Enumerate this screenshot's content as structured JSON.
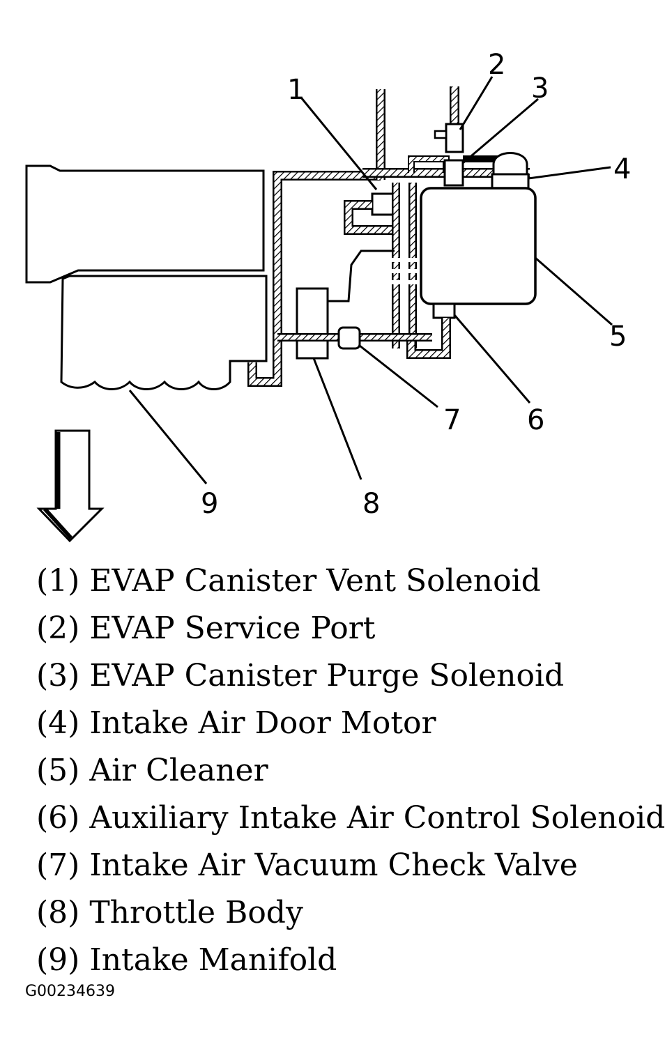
{
  "callouts": [
    "1",
    "2",
    "3",
    "4",
    "5",
    "6",
    "7",
    "8",
    "9"
  ],
  "legend": [
    "(1) EVAP Canister Vent Solenoid",
    "(2) EVAP Service Port",
    "(3) EVAP Canister Purge Solenoid",
    "(4) Intake Air Door Motor",
    "(5) Air Cleaner",
    "(6) Auxiliary Intake Air Control Solenoid",
    "(7) Intake Air Vacuum Check Valve",
    "(8) Throttle Body",
    "(9) Intake Manifold"
  ],
  "figure_code": "G00234639"
}
